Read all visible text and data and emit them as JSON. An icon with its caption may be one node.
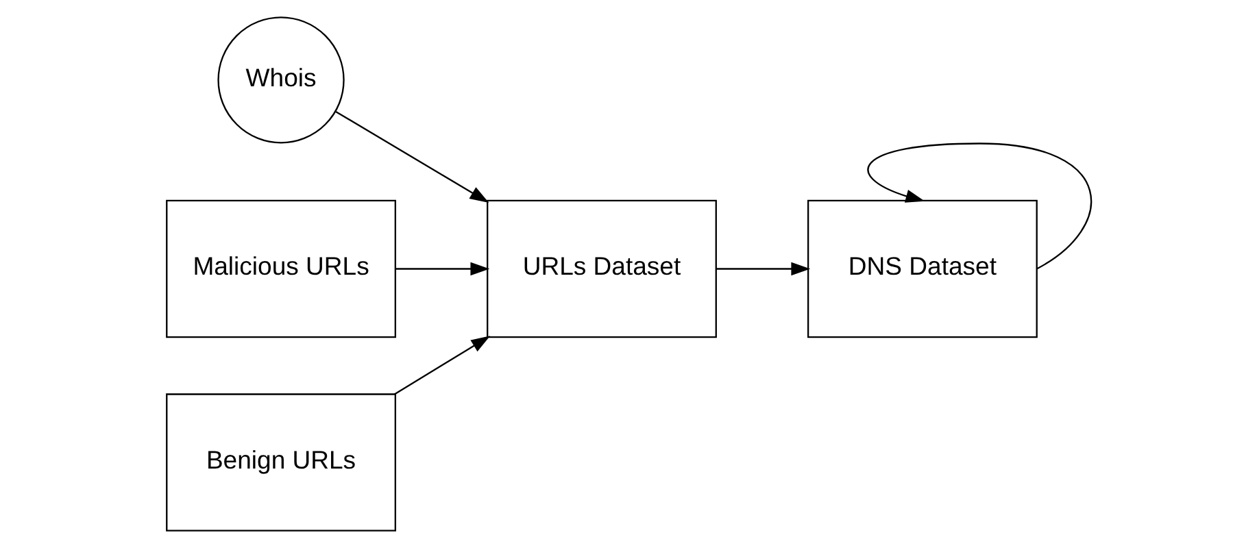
{
  "diagram": {
    "nodes": [
      {
        "text": [
          "Malicious URLs"
        ]
      },
      {
        "text": [
          "Benign URLs"
        ]
      },
      {
        "text": [
          "Whois"
        ]
      },
      {
        "text": [
          "URLs Dataset"
        ]
      },
      {
        "text": [
          "DNS Dataset"
        ]
      }
    ],
    "edges": [
      {
        "from": 0,
        "to": 3,
        "arrow": "to"
      },
      {
        "from": 1,
        "to": 3,
        "arrow": "to"
      },
      {
        "from": 2,
        "to": 3,
        "arrow": "to"
      },
      {
        "from": 3,
        "to": 4,
        "arrow": "to"
      },
      {
        "from": 4,
        "to": 4,
        "arrow": "to"
      }
    ]
  }
}
